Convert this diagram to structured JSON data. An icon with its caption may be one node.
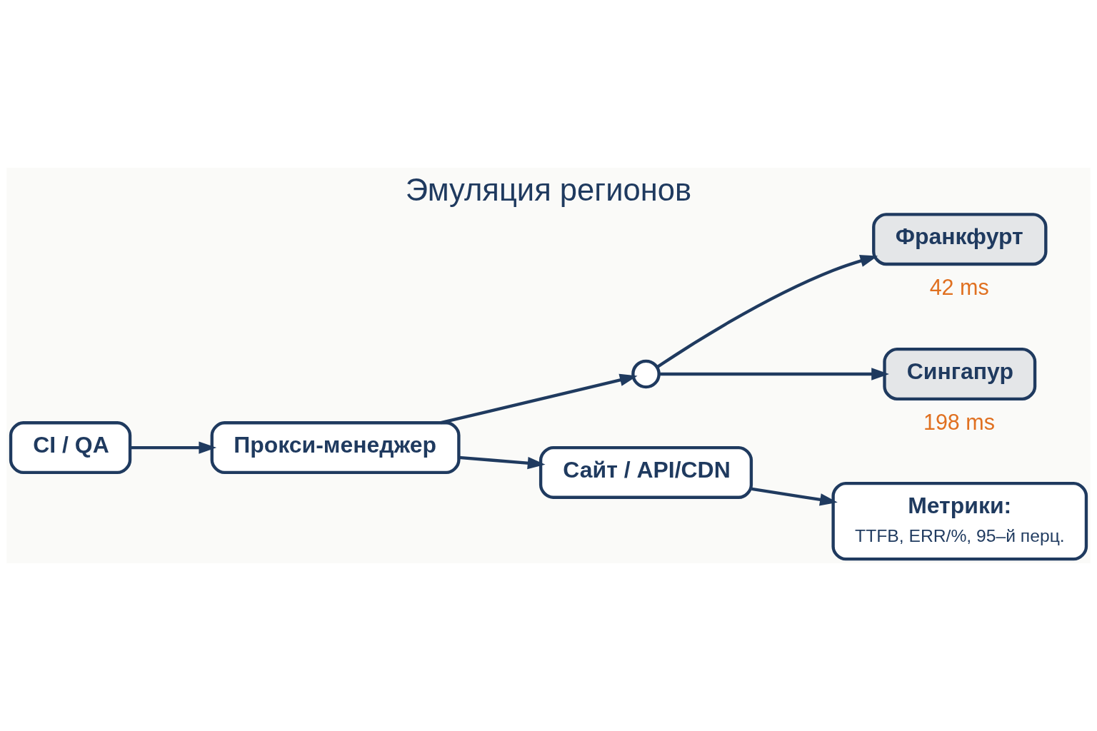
{
  "diagram": {
    "title": "Эмуляция регионов",
    "nodes": [
      {
        "text": [
          "CI / QA"
        ]
      },
      {
        "text": [
          "Прокси-менеджер"
        ]
      },
      {
        "text": [],
        "shape": "circle"
      },
      {
        "text": [
          "Франкфурт"
        ],
        "beside": [
          "42 ms"
        ]
      },
      {
        "text": [
          "Сингапур"
        ],
        "beside": [
          "198 ms"
        ]
      },
      {
        "text": [
          "Сайт / API/CDN"
        ]
      },
      {
        "text": [
          "Метрики:",
          "TTFB, ERR/%, 95–й перц."
        ]
      }
    ],
    "edges": [
      {
        "from": 0,
        "to": 1,
        "arrow": "to"
      },
      {
        "from": 1,
        "to": 2,
        "arrow": "to"
      },
      {
        "from": 1,
        "to": 5,
        "arrow": "to"
      },
      {
        "from": 2,
        "to": 3,
        "arrow": "to"
      },
      {
        "from": 2,
        "to": 4,
        "arrow": "to"
      },
      {
        "from": 5,
        "to": 6,
        "arrow": "to"
      }
    ]
  }
}
